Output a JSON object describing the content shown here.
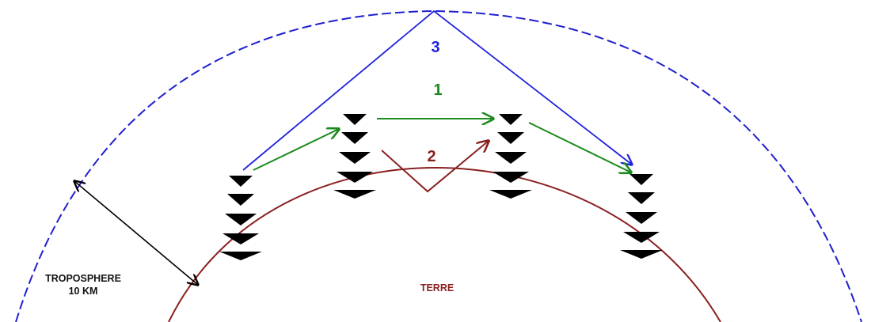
{
  "labels": {
    "path_tropospheric": "3",
    "path_line_of_sight": "1",
    "path_ground": "2",
    "troposphere_line1": "TROPOSPHERE",
    "troposphere_line2": "10 KM",
    "earth": "TERRE"
  },
  "colors": {
    "troposphere_boundary": "#1f1fd0",
    "tropospheric_path": "#2222dd",
    "line_of_sight_path": "#1c8a1c",
    "ground_path": "#8a1f1f",
    "earth_curve": "#8a1f1f",
    "thickness_arrow": "#000000",
    "tower": "#000000"
  },
  "towers": [
    {
      "name": "tower-1"
    },
    {
      "name": "tower-2"
    },
    {
      "name": "tower-3"
    },
    {
      "name": "tower-4"
    }
  ]
}
